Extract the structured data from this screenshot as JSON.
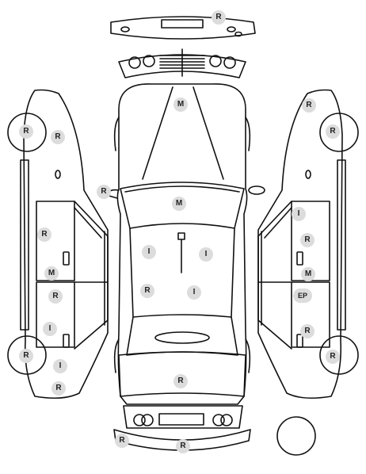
{
  "colors": {
    "line": "#111111",
    "badge_bg": "#dcdcdc",
    "badge_text": "#222222",
    "background": "#ffffff"
  },
  "markers": [
    {
      "id": "front-bumper",
      "code": "R"
    },
    {
      "id": "hood",
      "code": "M"
    },
    {
      "id": "left-fender",
      "code": "R"
    },
    {
      "id": "left-front-wheel",
      "code": "R"
    },
    {
      "id": "right-fender",
      "code": "R"
    },
    {
      "id": "right-front-wheel",
      "code": "R"
    },
    {
      "id": "left-mirror",
      "code": "R"
    },
    {
      "id": "windshield",
      "code": "M"
    },
    {
      "id": "left-front-door",
      "code": "R"
    },
    {
      "id": "right-front-door-top",
      "code": "I"
    },
    {
      "id": "right-front-door",
      "code": "R"
    },
    {
      "id": "roof-front-left",
      "code": "I"
    },
    {
      "id": "roof-front-right",
      "code": "I"
    },
    {
      "id": "left-b-pillar",
      "code": "M"
    },
    {
      "id": "right-b-pillar",
      "code": "M"
    },
    {
      "id": "roof-rear-left",
      "code": "R"
    },
    {
      "id": "roof-rear-right",
      "code": "I"
    },
    {
      "id": "left-rear-door",
      "code": "R"
    },
    {
      "id": "right-rear-door",
      "code": "EP"
    },
    {
      "id": "left-rear-door-lower",
      "code": "I"
    },
    {
      "id": "right-rear-door-lower",
      "code": "R"
    },
    {
      "id": "left-rear-wheel",
      "code": "R"
    },
    {
      "id": "right-rear-wheel",
      "code": "R"
    },
    {
      "id": "left-rear-sill",
      "code": "I"
    },
    {
      "id": "trunk",
      "code": "R"
    },
    {
      "id": "left-quarter",
      "code": "R"
    },
    {
      "id": "rear-bumper-left",
      "code": "R"
    },
    {
      "id": "rear-bumper",
      "code": "R"
    }
  ]
}
